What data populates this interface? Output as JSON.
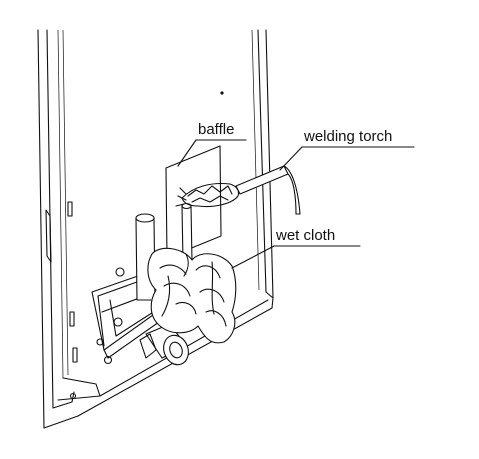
{
  "labels": {
    "baffle": "baffle",
    "welding_torch": "welding torch",
    "wet_cloth": "wet cloth"
  },
  "colors": {
    "line": "#111111",
    "background": "#ffffff"
  }
}
